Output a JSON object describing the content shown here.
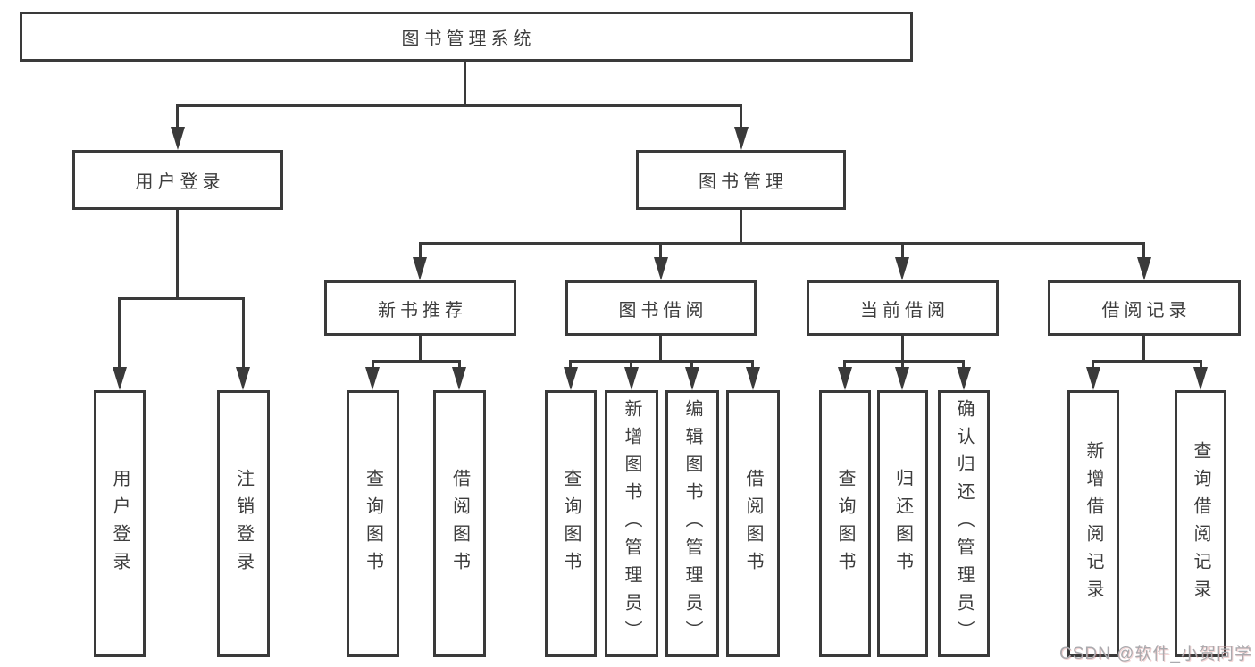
{
  "tree": {
    "label": "图书管理系统",
    "children": [
      {
        "label": "用户登录",
        "children": [
          {
            "label": "用户登录"
          },
          {
            "label": "注销登录"
          }
        ]
      },
      {
        "label": "图书管理",
        "children": [
          {
            "label": "新书推荐",
            "children": [
              {
                "label": "查询图书"
              },
              {
                "label": "借阅图书"
              }
            ]
          },
          {
            "label": "图书借阅",
            "children": [
              {
                "label": "查询图书"
              },
              {
                "label": "新增图书（管理员）"
              },
              {
                "label": "编辑图书（管理员）"
              },
              {
                "label": "借阅图书"
              }
            ]
          },
          {
            "label": "当前借阅",
            "children": [
              {
                "label": "查询图书"
              },
              {
                "label": "归还图书"
              },
              {
                "label": "确认归还（管理员）"
              }
            ]
          },
          {
            "label": "借阅记录",
            "children": [
              {
                "label": "新增借阅记录"
              },
              {
                "label": "查询借阅记录"
              }
            ]
          }
        ]
      }
    ]
  },
  "watermark": {
    "text": "CSDN @软件_小贺同学"
  },
  "colors": {
    "line": "#3a3a3a",
    "text": "#3d3d3d",
    "box_fill": "#ffffff",
    "watermark": "#aaaaae"
  }
}
